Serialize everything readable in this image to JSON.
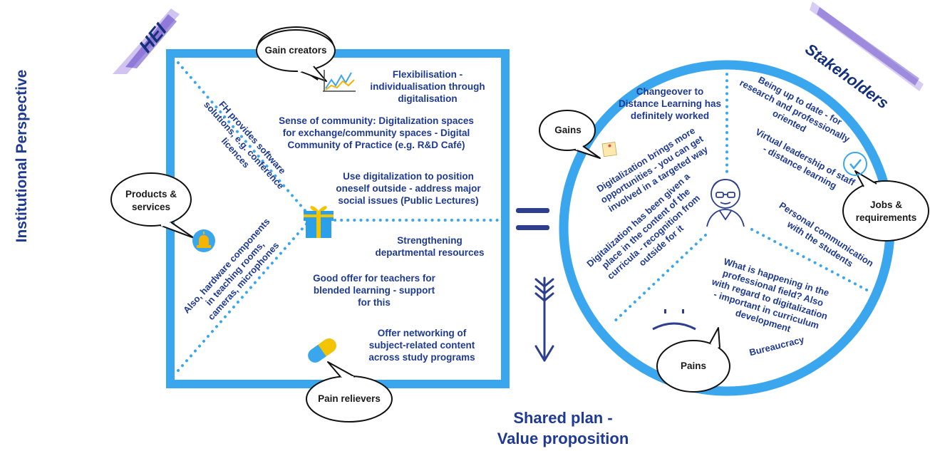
{
  "side_title": "Institutional Perspective",
  "hei_tag": "HEI",
  "stakeholders_tag": "Stakeholders",
  "bubbles": {
    "gain_creators": "Gain creators",
    "products_services_line1": "Products &",
    "products_services_line2": "services",
    "pain_relievers": "Pain relievers",
    "gains": "Gains",
    "jobs_line1": "Jobs &",
    "jobs_line2": "requirements",
    "pains": "Pains"
  },
  "gain_creators_items": [
    [
      "Flexibilisation -",
      "individualisation through",
      "digitalisation"
    ],
    [
      "Sense of community: Digitalization spaces",
      "for exchange/community spaces - Digital",
      "Community of Practice (e.g. R&D Café)"
    ],
    [
      "Use digitalization to position",
      "oneself outside - address major",
      "social issues (Public Lectures)"
    ]
  ],
  "pain_relievers_items": [
    [
      "Strengthening",
      "departmental resources"
    ],
    [
      "Good offer for teachers for",
      "blended learning - support",
      "for this"
    ],
    [
      "Offer networking of",
      "subject-related content",
      "across study programs"
    ]
  ],
  "products_items": [
    [
      "FH provides software",
      "solutions, e.g. conference",
      "licences"
    ],
    [
      "Also, hardware components",
      "in teaching rooms,",
      "cameras, microphones"
    ]
  ],
  "gains_items": [
    [
      "Changeover to",
      "Distance Learning has",
      "definitely worked"
    ],
    [
      "Digitalization brings more",
      "opportunities - you can get",
      "involved in a targeted way"
    ],
    [
      "Digitalization has been given a",
      "place in the content of the",
      "curricula - recognition from",
      "outside for it"
    ]
  ],
  "jobs_items": [
    [
      "Being up to date - for",
      "research and professionally",
      "oriented"
    ],
    [
      "Virtual leadership of staff",
      "- distance learning"
    ],
    [
      "Personal communication",
      "with the students"
    ]
  ],
  "pains_items": [
    [
      "What is happening in the",
      "professional field?  Also",
      "with regard to digitalization",
      "- important in curriculum",
      "development"
    ],
    [
      "Bureaucracy"
    ]
  ],
  "footer": {
    "line1": "Shared plan -",
    "line2": "Value proposition"
  },
  "colors": {
    "frame": "#3aa6ee",
    "text": "#1f3a93",
    "arrow": "#2d3e8f",
    "tag_bg": "#6a3fc4"
  },
  "icons": [
    "chart-icon",
    "bell-icon",
    "gift-icon",
    "pill-icon",
    "sticky-note-icon",
    "checkmark-icon",
    "person-icon",
    "frown-icon",
    "equals-icon",
    "arrow-down-icon"
  ]
}
